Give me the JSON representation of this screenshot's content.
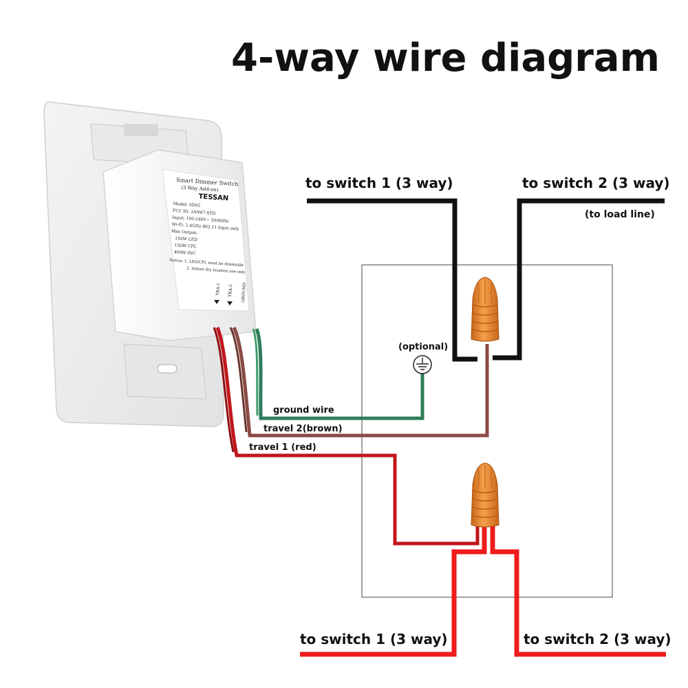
{
  "title": "4-way wire diagram",
  "labels": {
    "top_switch1": "to switch 1 (3 way)",
    "top_switch2": "to switch 2 (3 way)",
    "load_line": "(to load line)",
    "optional": "(optional)",
    "ground_wire": "ground wire",
    "travel2": "travel 2(brown)",
    "travel1": "travel 1 (red)",
    "bottom_switch1": "to switch 1 (3 way)",
    "bottom_switch2": "to switch 2 (3 way)"
  },
  "device": {
    "product": "Smart Dimmer Switch",
    "subtitle": "(3 Way Add-on)",
    "brand": "TESSAN",
    "model": "Model: SD02",
    "fcc": "FCC ID: 2AN67-STD",
    "input": "Input: 100-240V~ 50/60Hz",
    "wifi": "Wi-Fi: 2.4GHz 802.11 b/g/n only",
    "max_output": "Max Output:",
    "led": "150W LED",
    "cfl": "150W CFL",
    "inc": "400W INC",
    "notice1": "Notice: 1. LED/CFL must be dimmable",
    "notice2": "2. Indoor dry location use only",
    "terminal1": "TRA-1",
    "terminal2": "TRA-2",
    "terminal3": "GROUND"
  },
  "colors": {
    "black_wire": "#111111",
    "brown_wire": "#8a4a44",
    "red_wire": "#c0161b",
    "bright_red_wire": "#ee1c1c",
    "green_wire": "#2e7d5b",
    "wire_nut": "#e8862e"
  },
  "icons": {
    "ground": "ground-symbol-icon",
    "wire_nut": "wire-nut-icon"
  }
}
